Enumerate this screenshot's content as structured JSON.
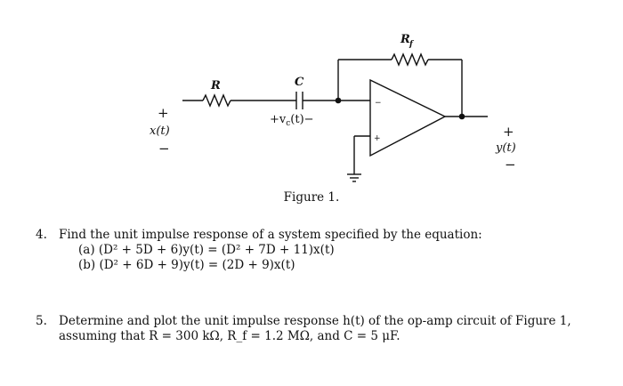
{
  "figure": {
    "labels": {
      "R": "R",
      "C": "C",
      "Rf": "R",
      "Rf_sub": "f",
      "input_plus": "+",
      "input_minus": "−",
      "input_var": "x(t)",
      "cap_voltage": "+v",
      "cap_voltage_sub": "c",
      "cap_voltage_tail": "(t)−",
      "output_plus": "+",
      "output_minus": "−",
      "output_var": "y(t)",
      "opamp_minus": "−",
      "opamp_plus": "+"
    },
    "caption": "Figure 1."
  },
  "problems": [
    {
      "number": "4.",
      "text": "Find the unit impulse response of a system specified by the equation:",
      "parts": [
        "(a) (D² + 5D + 6)y(t)  =  (D² + 7D + 11)x(t)",
        "(b) (D² + 6D + 9)y(t)  =  (2D + 9)x(t)"
      ]
    },
    {
      "number": "5.",
      "line1": "Determine and plot the unit impulse response h(t) of the op-amp circuit of Figure 1,",
      "line2": "assuming that R = 300 kΩ, R_f = 1.2 MΩ, and C = 5 μF."
    }
  ]
}
